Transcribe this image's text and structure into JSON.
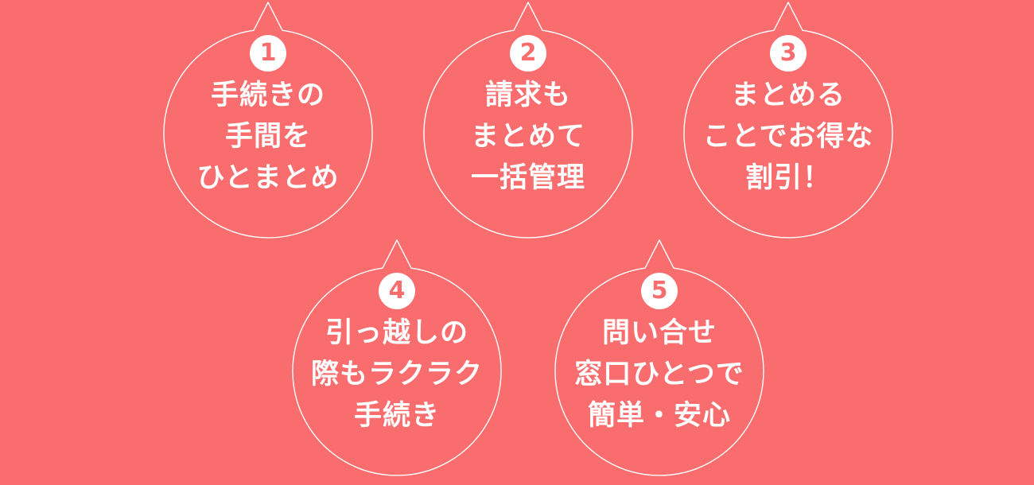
{
  "page": {
    "background_color": "#f96d6e",
    "outline_color": "#ffffff",
    "text_color": "#ffffff"
  },
  "bubbles": [
    {
      "number": "1",
      "lines": [
        "手続きの",
        "手間を",
        "ひとまとめ"
      ]
    },
    {
      "number": "2",
      "lines": [
        "請求も",
        "まとめて",
        "一括管理"
      ]
    },
    {
      "number": "3",
      "lines": [
        "まとめる",
        "ことでお得な",
        "割引！"
      ]
    },
    {
      "number": "4",
      "lines": [
        "引っ越しの",
        "際もラクラク",
        "手続き"
      ]
    },
    {
      "number": "5",
      "lines": [
        "問い合せ",
        "窓口ひとつで",
        "簡単・安心"
      ]
    }
  ]
}
